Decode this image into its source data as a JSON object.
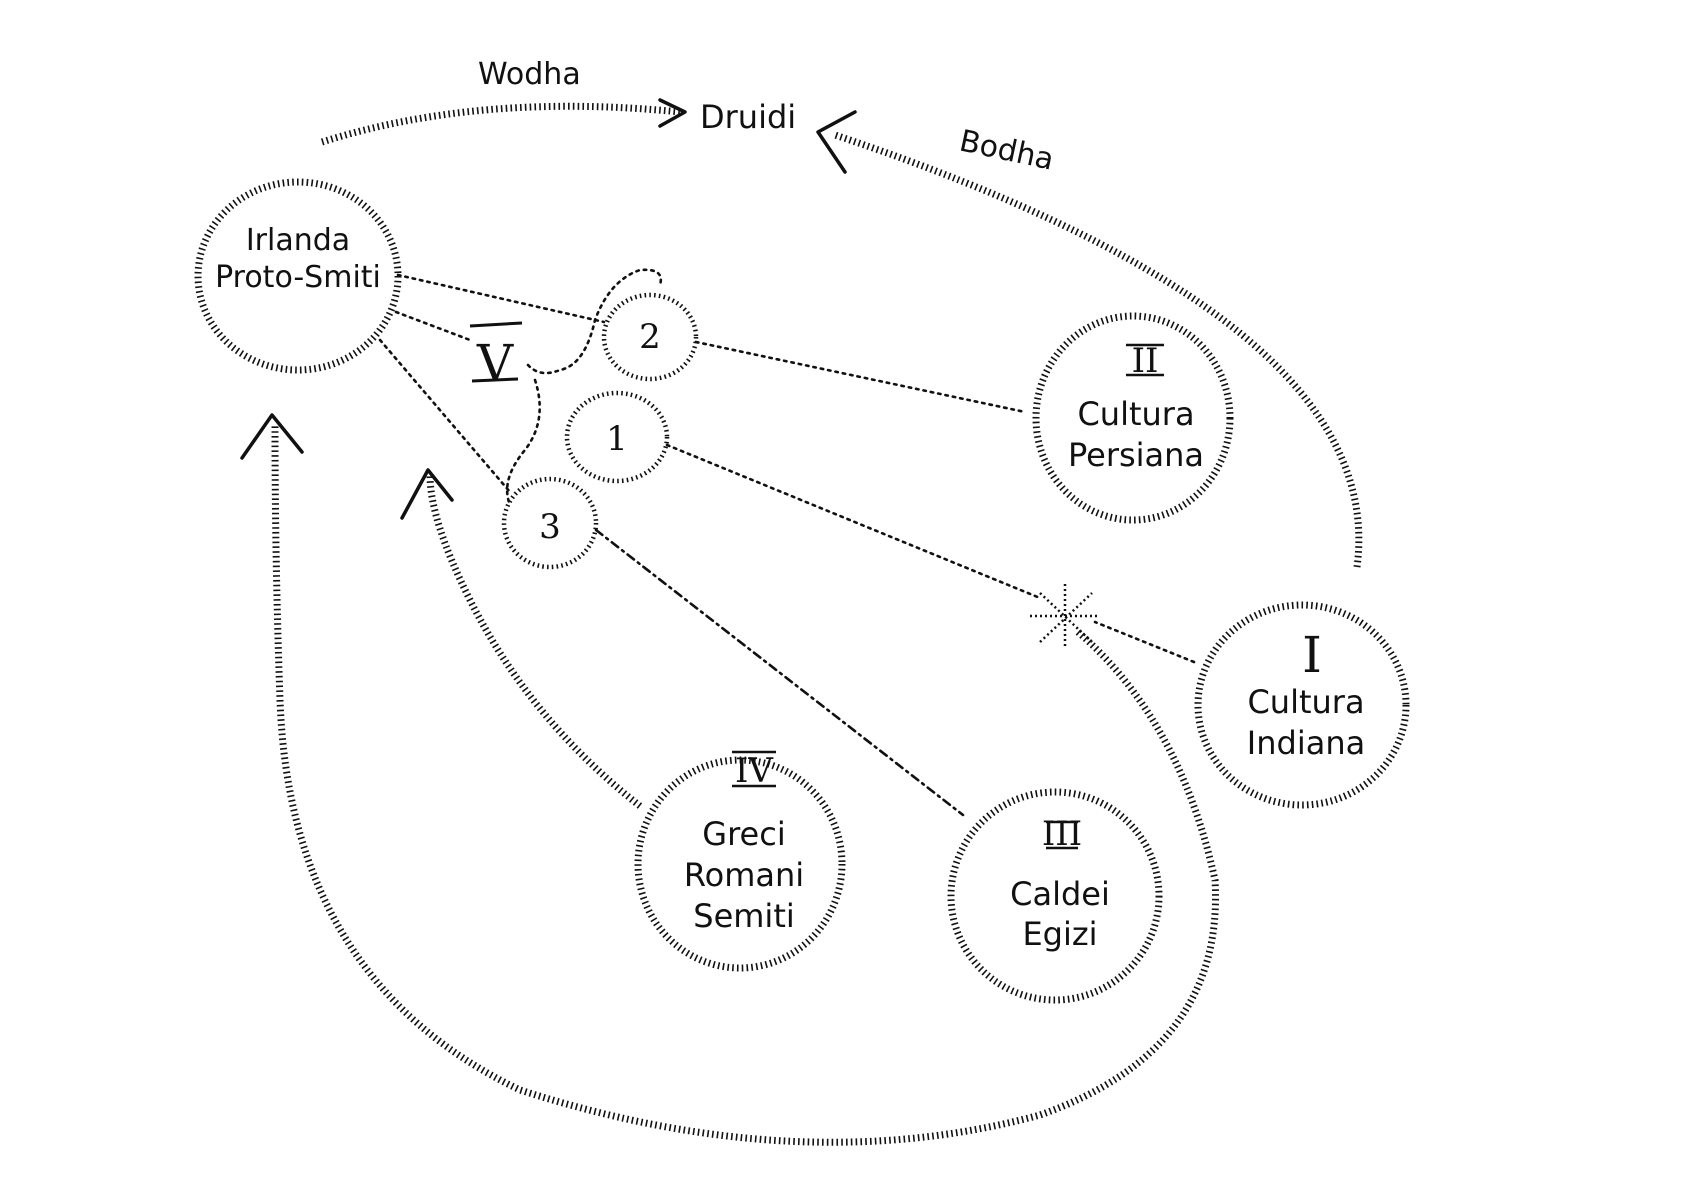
{
  "labels": {
    "druidi": "Druidi",
    "wodha": "Wodha",
    "bodha": "Bodha",
    "numeral_v": "V",
    "one": "1",
    "two": "2",
    "three": "3"
  },
  "circles": {
    "irlanda": {
      "line1": "Irlanda",
      "line2": "Proto-Smiti"
    },
    "persiana": {
      "numeral": "II",
      "line1": "Cultura",
      "line2": "Persiana"
    },
    "indiana": {
      "numeral": "I",
      "line1": "Cultura",
      "line2": "Indiana"
    },
    "caldei": {
      "numeral": "III",
      "line1": "Caldei",
      "line2": "Egizi"
    },
    "greci": {
      "numeral": "IV",
      "line1": "Greci",
      "line2": "Romani",
      "line3": "Semiti"
    }
  }
}
